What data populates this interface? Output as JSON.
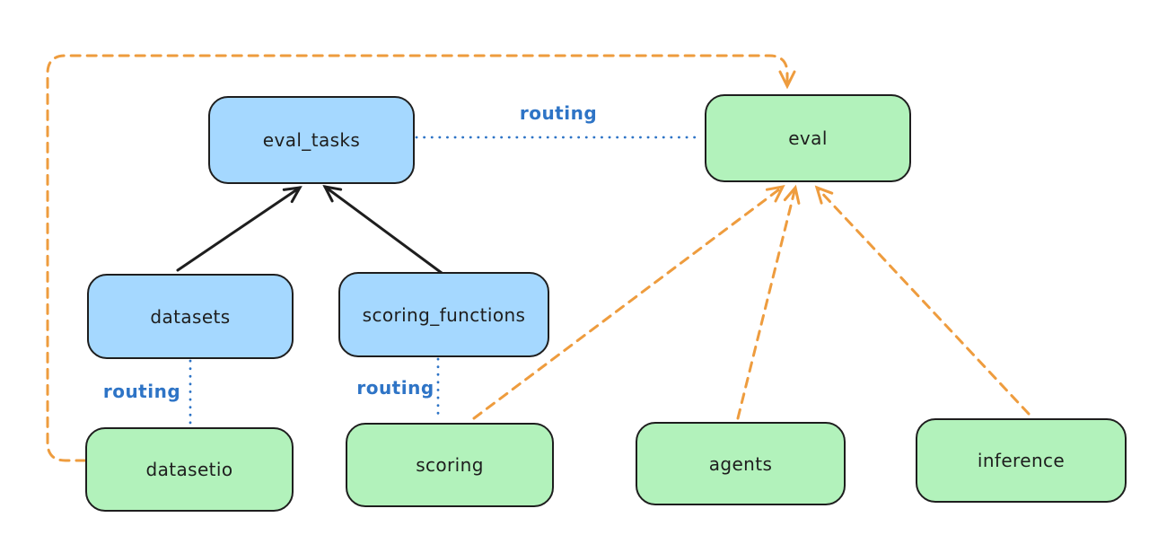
{
  "theme": {
    "background": "#ffffff",
    "ink": "#1e1e1e",
    "node-blue": "#a5d8ff",
    "node-green": "#b2f2bb",
    "routing-blue": "#2e74c6",
    "orange": "#ee9c3e"
  },
  "diagram": {
    "nodes": [
      {
        "id": "eval_tasks",
        "label": "eval_tasks",
        "kind": "api",
        "fill": "#a5d8ff"
      },
      {
        "id": "eval",
        "label": "eval",
        "kind": "provider",
        "fill": "#b2f2bb"
      },
      {
        "id": "datasets",
        "label": "datasets",
        "kind": "api",
        "fill": "#a5d8ff"
      },
      {
        "id": "scoring_functions",
        "label": "scoring_functions",
        "kind": "api",
        "fill": "#a5d8ff"
      },
      {
        "id": "datasetio",
        "label": "datasetio",
        "kind": "provider",
        "fill": "#b2f2bb"
      },
      {
        "id": "scoring",
        "label": "scoring",
        "kind": "provider",
        "fill": "#b2f2bb"
      },
      {
        "id": "agents",
        "label": "agents",
        "kind": "provider",
        "fill": "#b2f2bb"
      },
      {
        "id": "inference",
        "label": "inference",
        "kind": "provider",
        "fill": "#b2f2bb"
      }
    ],
    "edge_labels": [
      {
        "text": "routing"
      },
      {
        "text": "routing"
      },
      {
        "text": "routing"
      }
    ],
    "edges": [
      {
        "from": "datasets",
        "to": "eval_tasks",
        "style": "solid-arrow",
        "color": "#1e1e1e"
      },
      {
        "from": "scoring_functions",
        "to": "eval_tasks",
        "style": "solid-arrow",
        "color": "#1e1e1e"
      },
      {
        "from": "eval_tasks",
        "to": "eval",
        "style": "dotted",
        "color": "#2e74c6",
        "label": "routing"
      },
      {
        "from": "datasets",
        "to": "datasetio",
        "style": "dotted",
        "color": "#2e74c6",
        "label": "routing"
      },
      {
        "from": "scoring_functions",
        "to": "scoring",
        "style": "dotted",
        "color": "#2e74c6",
        "label": "routing"
      },
      {
        "from": "datasetio",
        "to": "eval",
        "style": "dashed-arrow",
        "color": "#ee9c3e",
        "route": "around-left-and-top"
      },
      {
        "from": "scoring",
        "to": "eval",
        "style": "dashed-arrow",
        "color": "#ee9c3e"
      },
      {
        "from": "agents",
        "to": "eval",
        "style": "dashed-arrow",
        "color": "#ee9c3e"
      },
      {
        "from": "inference",
        "to": "eval",
        "style": "dashed-arrow",
        "color": "#ee9c3e"
      }
    ]
  }
}
